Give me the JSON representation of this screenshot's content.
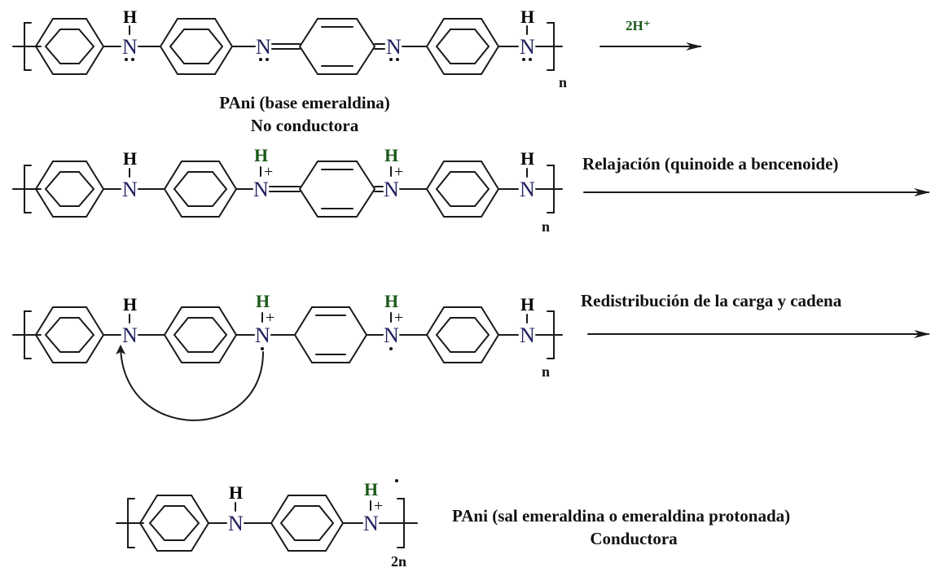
{
  "colors": {
    "bond": "#1a1a1a",
    "nitrogen": "#20205e",
    "hydrogen_plain": "#111111",
    "hydrogen_protonated": "#1a5a1a",
    "reagent": "#1a5a1a"
  },
  "atoms": {
    "N": "N",
    "H": "H",
    "plus": "+"
  },
  "row1": {
    "repeat": "n",
    "reagent": "2H⁺",
    "caption_line1": "PAni (base emeraldina)",
    "caption_line2": "No conductora"
  },
  "row2": {
    "repeat": "n",
    "step_label": "Relajación (quinoide a bencenoide)"
  },
  "row3": {
    "repeat": "n",
    "step_label": "Redistribución de la carga y cadena"
  },
  "row4": {
    "repeat": "2n",
    "caption_line1": "PAni (sal emeraldina o emeraldina protonada)",
    "caption_line2": "Conductora"
  }
}
